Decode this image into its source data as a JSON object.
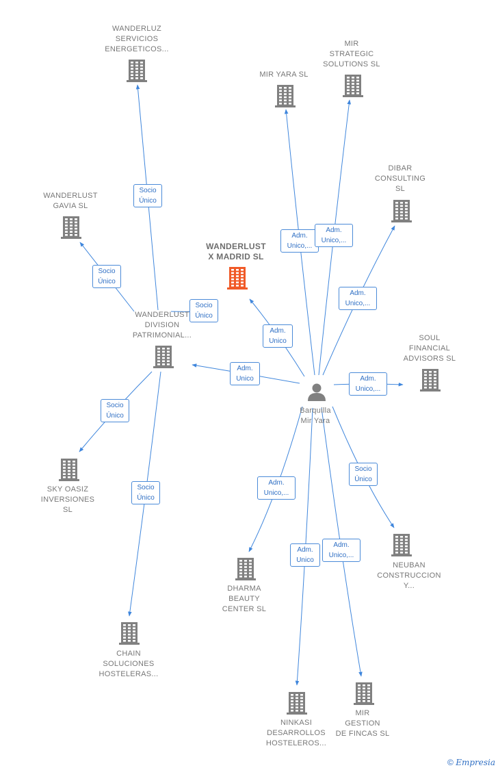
{
  "nodes": [
    {
      "id": "wanderluz",
      "label": "WANDERLUZ\nSERVICIOS\nENERGETICOS...",
      "type": "company"
    },
    {
      "id": "mir_yara",
      "label": "MIR YARA  SL",
      "type": "company"
    },
    {
      "id": "mir_strategic",
      "label": "MIR\nSTRATEGIC\nSOLUTIONS  SL",
      "type": "company"
    },
    {
      "id": "dibar",
      "label": "DIBAR\nCONSULTING\nSL",
      "type": "company"
    },
    {
      "id": "gavia",
      "label": "WANDERLUST\nGAVIA  SL",
      "type": "company"
    },
    {
      "id": "xmadrid",
      "label": "WANDERLUST\nX MADRID  SL",
      "type": "company",
      "highlight": true
    },
    {
      "id": "division",
      "label": "WANDERLUST\nDIVISION\nPATRIMONIAL...",
      "type": "company"
    },
    {
      "id": "soul",
      "label": "SOUL\nFINANCIAL\nADVISORS  SL",
      "type": "company"
    },
    {
      "id": "person",
      "label": "Barquilla\nMir Yara",
      "type": "person"
    },
    {
      "id": "sky",
      "label": "SKY OASIZ\nINVERSIONES\nSL",
      "type": "company"
    },
    {
      "id": "neuban",
      "label": "NEUBAN\nCONSTRUCCION\nY...",
      "type": "company"
    },
    {
      "id": "dharma",
      "label": "DHARMA\nBEAUTY\nCENTER  SL",
      "type": "company"
    },
    {
      "id": "chain",
      "label": "CHAIN\nSOLUCIONES\nHOSTELERAS...",
      "type": "company"
    },
    {
      "id": "ninkasi",
      "label": "NINKASI\nDESARROLLOS\nHOSTELEROS...",
      "type": "company"
    },
    {
      "id": "mir_gestion",
      "label": "MIR\nGESTION\nDE FINCAS  SL",
      "type": "company"
    }
  ],
  "edges": [
    {
      "from": "division",
      "to": "wanderluz",
      "label": "Socio\nÚnico"
    },
    {
      "from": "division",
      "to": "gavia",
      "label": "Socio\nÚnico"
    },
    {
      "from": "division",
      "to": "xmadrid",
      "label": "Socio\nÚnico"
    },
    {
      "from": "division",
      "to": "sky",
      "label": "Socio\nÚnico"
    },
    {
      "from": "division",
      "to": "chain",
      "label": "Socio\nÚnico"
    },
    {
      "from": "person",
      "to": "mir_yara",
      "label": "Adm.\nUnico,..."
    },
    {
      "from": "person",
      "to": "mir_strategic",
      "label": "Adm.\nUnico,..."
    },
    {
      "from": "person",
      "to": "dibar",
      "label": "Adm.\nUnico,..."
    },
    {
      "from": "person",
      "to": "xmadrid",
      "label": "Adm.\nUnico"
    },
    {
      "from": "person",
      "to": "division",
      "label": "Adm.\nUnico"
    },
    {
      "from": "person",
      "to": "soul",
      "label": "Adm.\nUnico,..."
    },
    {
      "from": "person",
      "to": "neuban",
      "label": "Socio\nÚnico"
    },
    {
      "from": "person",
      "to": "dharma",
      "label": "Adm.\nUnico,..."
    },
    {
      "from": "person",
      "to": "ninkasi",
      "label": "Adm.\nUnico"
    },
    {
      "from": "person",
      "to": "mir_gestion",
      "label": "Adm.\nUnico,..."
    }
  ],
  "colors": {
    "edge": "#3f86dc",
    "icon": "#808080",
    "highlight": "#f05a28",
    "label": "#777777"
  },
  "watermark": {
    "symbol": "©",
    "brand": "Empresia"
  }
}
